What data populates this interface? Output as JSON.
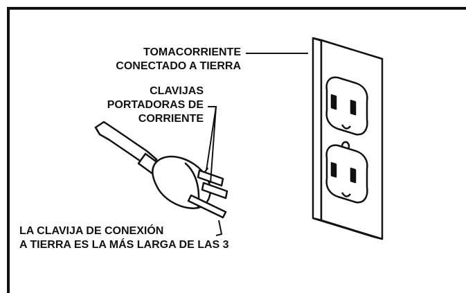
{
  "labels": {
    "outlet": [
      "TOMACORRIENTE",
      "CONECTADO A TIERRA"
    ],
    "blades": [
      "CLAVIJAS",
      "PORTADORAS DE",
      "CORRIENTE"
    ],
    "ground_pin": [
      "LA CLAVIJA DE CONEXIÓN",
      "A TIERRA ES LA MÁS LARGA DE LAS 3"
    ]
  },
  "colors": {
    "line": "#111111",
    "background": "#ffffff"
  }
}
